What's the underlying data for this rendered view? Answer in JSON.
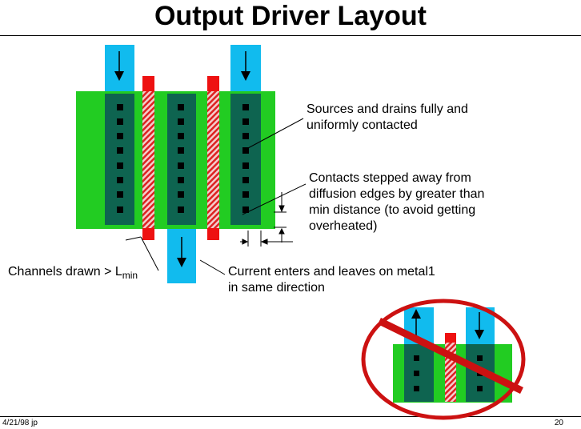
{
  "slide": {
    "title": "Output Driver Layout",
    "footer_left": "4/21/98 jp",
    "page_number": "20"
  },
  "annotations": {
    "sources_drains_line1": "Sources and drains fully and",
    "sources_drains_line2": "uniformly contacted",
    "contacts_line1": "Contacts stepped away from",
    "contacts_line2": "diffusion edges by greater than",
    "contacts_line3": "min distance (to avoid getting",
    "contacts_line4": "overheated)",
    "channels_prefix": "Channels drawn > L",
    "channels_sub": "min",
    "current_line1": "Current enters and leaves on metal1",
    "current_line2": "in same direction"
  },
  "colors": {
    "diffusion": "#22cc22",
    "metal": "#0e6450",
    "contact": "#000000",
    "poly": "#ee1111",
    "metal_terminal": "#11bbee",
    "prohibition": "#cc1111"
  }
}
